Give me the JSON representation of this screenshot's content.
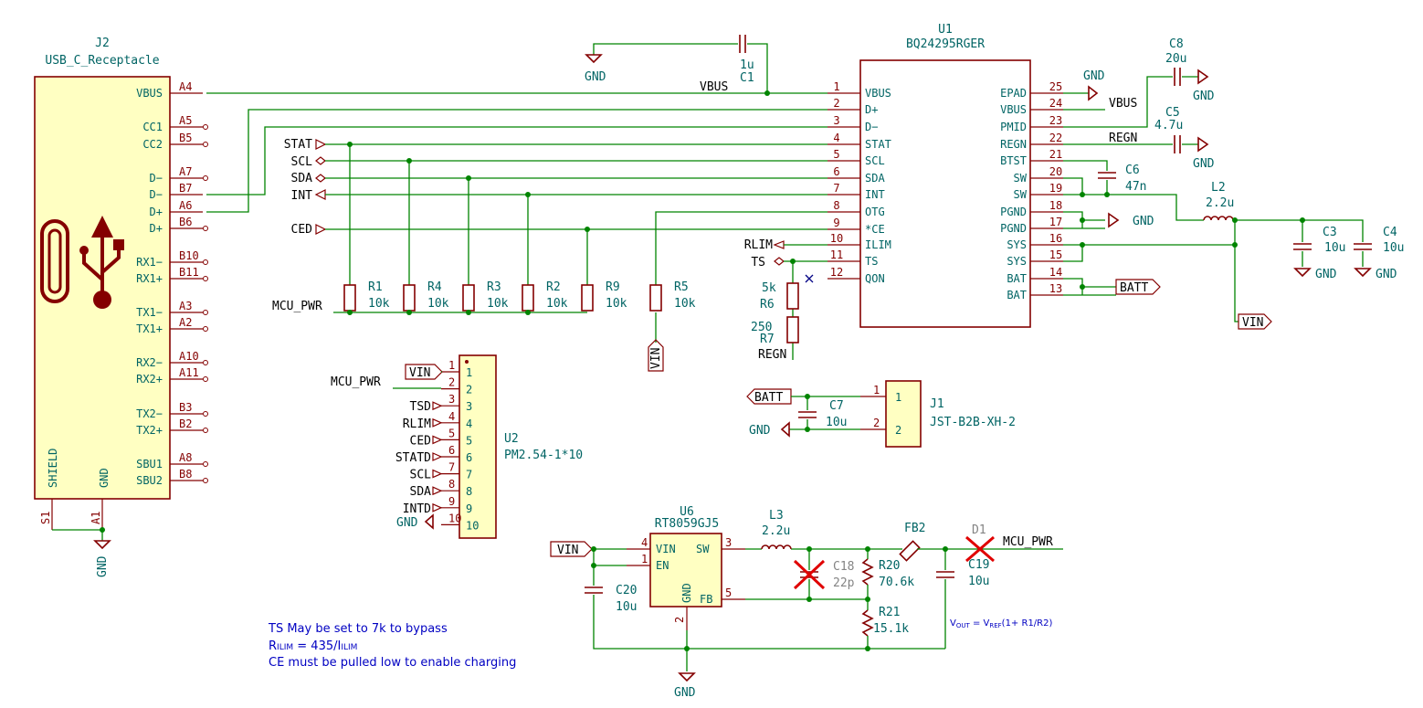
{
  "j2": {
    "ref": "J2",
    "value": "USB_C_Receptacle",
    "pins": [
      {
        "num": "A4",
        "name": "VBUS"
      },
      {
        "num": "A5",
        "name": "CC1"
      },
      {
        "num": "B5",
        "name": "CC2"
      },
      {
        "num": "A7",
        "name": "D−"
      },
      {
        "num": "B7",
        "name": "D−"
      },
      {
        "num": "A6",
        "name": "D+"
      },
      {
        "num": "B6",
        "name": "D+"
      },
      {
        "num": "B10",
        "name": "RX1−"
      },
      {
        "num": "B11",
        "name": "RX1+"
      },
      {
        "num": "A3",
        "name": "TX1−"
      },
      {
        "num": "A2",
        "name": "TX1+"
      },
      {
        "num": "A10",
        "name": "RX2−"
      },
      {
        "num": "A11",
        "name": "RX2+"
      },
      {
        "num": "B3",
        "name": "TX2−"
      },
      {
        "num": "B2",
        "name": "TX2+"
      },
      {
        "num": "A8",
        "name": "SBU1"
      },
      {
        "num": "B8",
        "name": "SBU2"
      }
    ],
    "shield": "SHIELD",
    "gnd": "GND",
    "s1": "S1",
    "a1": "A1"
  },
  "u1": {
    "ref": "U1",
    "value": "BQ24295RGER",
    "left_pins": [
      {
        "num": "1",
        "name": "VBUS"
      },
      {
        "num": "2",
        "name": "D+"
      },
      {
        "num": "3",
        "name": "D−"
      },
      {
        "num": "4",
        "name": "STAT"
      },
      {
        "num": "5",
        "name": "SCL"
      },
      {
        "num": "6",
        "name": "SDA"
      },
      {
        "num": "7",
        "name": "INT"
      },
      {
        "num": "8",
        "name": "OTG"
      },
      {
        "num": "9",
        "name": "*CE"
      },
      {
        "num": "10",
        "name": "ILIM"
      },
      {
        "num": "11",
        "name": "TS"
      },
      {
        "num": "12",
        "name": "QON"
      }
    ],
    "right_pins": [
      {
        "num": "25",
        "name": "EPAD"
      },
      {
        "num": "24",
        "name": "VBUS"
      },
      {
        "num": "23",
        "name": "PMID"
      },
      {
        "num": "22",
        "name": "REGN"
      },
      {
        "num": "21",
        "name": "BTST"
      },
      {
        "num": "20",
        "name": "SW"
      },
      {
        "num": "19",
        "name": "SW"
      },
      {
        "num": "18",
        "name": "PGND"
      },
      {
        "num": "17",
        "name": "PGND"
      },
      {
        "num": "16",
        "name": "SYS"
      },
      {
        "num": "15",
        "name": "SYS"
      },
      {
        "num": "14",
        "name": "BAT"
      },
      {
        "num": "13",
        "name": "BAT"
      }
    ]
  },
  "caps": {
    "c1": {
      "ref": "C1",
      "value": "1u"
    },
    "c8": {
      "ref": "C8",
      "value": "20u"
    },
    "c5": {
      "ref": "C5",
      "value": "4.7u"
    },
    "c6": {
      "ref": "C6",
      "value": "47n"
    },
    "c3": {
      "ref": "C3",
      "value": "10u"
    },
    "c4": {
      "ref": "C4",
      "value": "10u"
    },
    "c7": {
      "ref": "C7",
      "value": "10u"
    },
    "c20": {
      "ref": "C20",
      "value": "10u"
    },
    "c18": {
      "ref": "C18",
      "value": "22p"
    },
    "c19": {
      "ref": "C19",
      "value": "10u"
    }
  },
  "resistors": [
    {
      "ref": "R1",
      "value": "10k"
    },
    {
      "ref": "R4",
      "value": "10k"
    },
    {
      "ref": "R3",
      "value": "10k"
    },
    {
      "ref": "R2",
      "value": "10k"
    },
    {
      "ref": "R9",
      "value": "10k"
    },
    {
      "ref": "R5",
      "value": "10k"
    }
  ],
  "r6": {
    "ref": "R6",
    "value": "5k"
  },
  "r7": {
    "ref": "R7",
    "value": "250"
  },
  "r20": {
    "ref": "R20",
    "value": "70.6k"
  },
  "r21": {
    "ref": "R21",
    "value": "15.1k"
  },
  "l2": {
    "ref": "L2",
    "value": "2.2u"
  },
  "l3": {
    "ref": "L3",
    "value": "2.2u"
  },
  "fb2": {
    "ref": "FB2"
  },
  "d1": {
    "ref": "D1"
  },
  "u6": {
    "ref": "U6",
    "value": "RT8059GJ5",
    "pins": [
      {
        "num": "4",
        "name": "VIN"
      },
      {
        "num": "1",
        "name": "EN"
      },
      {
        "num": "3",
        "name": "SW"
      },
      {
        "num": "5",
        "name": "FB"
      },
      {
        "num": "2",
        "name": "GND"
      }
    ]
  },
  "j1": {
    "ref": "J1",
    "value": "JST-B2B-XH-2",
    "pins": [
      "1",
      "2"
    ]
  },
  "u2": {
    "ref": "U2",
    "value": "PM2.54-1*10",
    "pins": [
      {
        "num": "1",
        "net": "VIN"
      },
      {
        "num": "2",
        "net": "MCU_PWR"
      },
      {
        "num": "3",
        "net": "TSD"
      },
      {
        "num": "4",
        "net": "RLIM"
      },
      {
        "num": "5",
        "net": "CED"
      },
      {
        "num": "6",
        "net": "STATD"
      },
      {
        "num": "7",
        "net": "SCL"
      },
      {
        "num": "8",
        "net": "SDA"
      },
      {
        "num": "9",
        "net": "INTD"
      },
      {
        "num": "10",
        "net": "GND"
      }
    ]
  },
  "nets": {
    "gnd": "GND",
    "vbus": "VBUS",
    "regn": "REGN",
    "vin": "VIN",
    "batt": "BATT",
    "mcu_pwr": "MCU_PWR",
    "stat": "STAT",
    "scl": "SCL",
    "sda": "SDA",
    "int": "INT",
    "ced": "CED",
    "rlim": "RLIM",
    "ts": "TS"
  },
  "notes": {
    "line1": "TS May be set to 7k to bypass",
    "line2_main": "R",
    "line2_sub1": "ILIM",
    "line2_mid": " = 435/I",
    "line2_sub2": "ILIM",
    "line3": "CE must be pulled low to enable charging",
    "formula_a": "V",
    "formula_a_sub": "OUT",
    "formula_b": " = V",
    "formula_b_sub": "REF",
    "formula_c": "(1+ R1/R2)"
  }
}
